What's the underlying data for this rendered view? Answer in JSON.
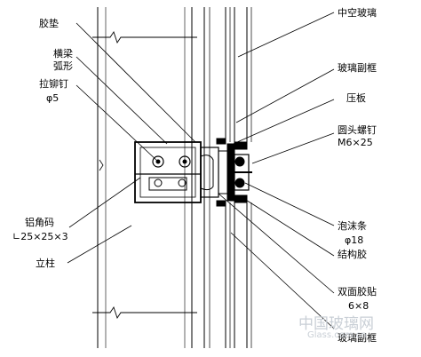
{
  "labels": {
    "gasket": "胶垫",
    "transom": "横梁",
    "arc": "弧形",
    "rivet": "拉铆钉",
    "rivet_spec": "φ5",
    "corner_code": "铝角码",
    "corner_spec": "∟25×25×3",
    "column": "立柱",
    "insulated_glass": "中空玻璃",
    "glass_subframe_top": "玻璃副框",
    "pressure_plate": "压板",
    "screw": "圆头螺钉",
    "screw_spec": "M6×25",
    "foam_strip": "泡沫条",
    "foam_spec": "φ18",
    "structural_glue": "结构胶",
    "double_tape": "双面胶贴",
    "tape_spec": "6×8",
    "glass_subframe_bottom": "玻璃副框"
  },
  "watermark": {
    "line1": "中国玻璃网",
    "line2": "Glass.com.cn"
  }
}
